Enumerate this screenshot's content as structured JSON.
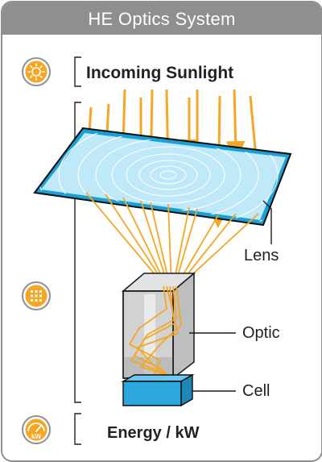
{
  "header": {
    "title": "HE Optics System"
  },
  "stages": [
    {
      "label": "Incoming Sunlight",
      "icon": "sun-icon"
    },
    {
      "label": "",
      "icon": "cell-grid-icon"
    },
    {
      "label": "Energy / kW",
      "icon": "kw-meter-icon",
      "icon_text": "kW"
    }
  ],
  "components": {
    "lens": "Lens",
    "optic": "Optic",
    "cell": "Cell"
  },
  "colors": {
    "header": "#8f8f91",
    "light_ray": "#f6a623",
    "lens_fill": "#bfe8f8",
    "lens_edge": "#1aa0d9",
    "cell_fill": "#2aa7dc",
    "icon_ring": "#f6a623"
  }
}
